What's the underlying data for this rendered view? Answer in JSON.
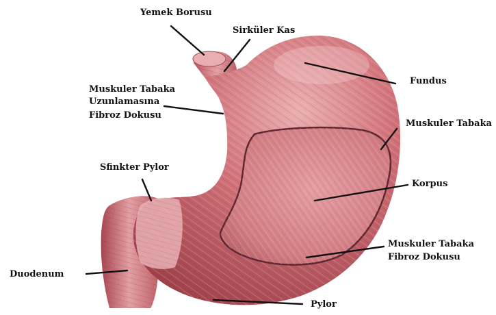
{
  "labels": {
    "yemek_borusu": "Yemek Borusu",
    "sirkuler_kas": "Sirküler Kas",
    "fundus": "Fundus",
    "muskuler_uzunlamasina_1": "Muskuler Tabaka",
    "muskuler_uzunlamasina_2": "Uzunlamasına",
    "muskuler_uzunlamasina_3": "Fibroz Dokusu",
    "muskuler_tabaka": "Muskuler Tabaka",
    "sfinkter_pylor": "Sfinkter Pylor",
    "korpus": "Korpus",
    "muskuler_fibroz_1": "Muskuler Tabaka",
    "muskuler_fibroz_2": "Fibroz Dokusu",
    "duodenum": "Duodenum",
    "pylor": "Pylor"
  },
  "colors": {
    "stomach_base": "#c65f67",
    "stomach_light": "#e7a7aa",
    "stomach_dark": "#8f3a44",
    "cutaway_outline": "#5e2630",
    "label_text": "#111111"
  }
}
